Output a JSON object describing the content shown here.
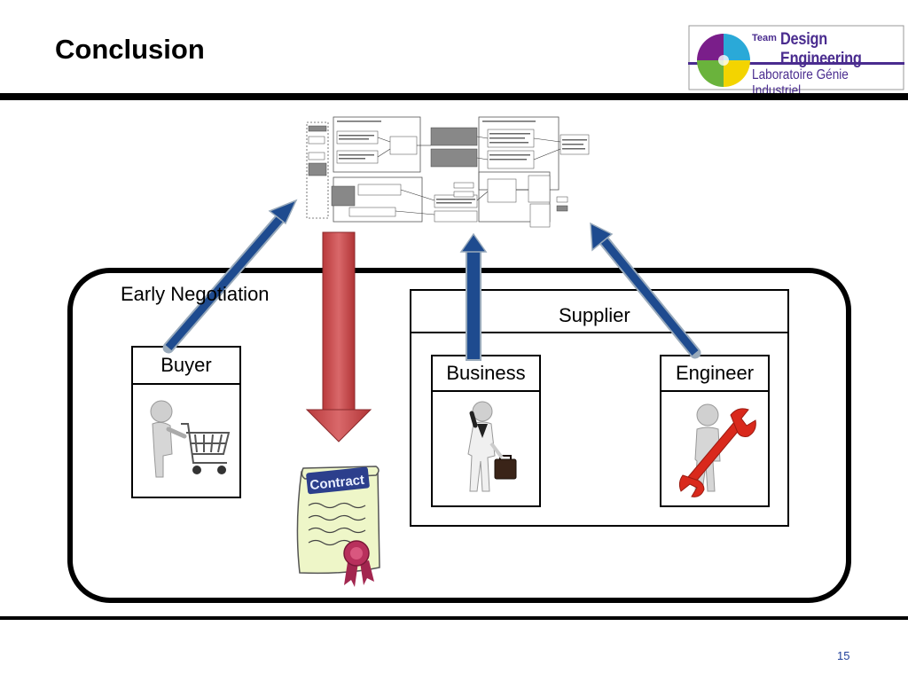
{
  "slide": {
    "title": "Conclusion",
    "page_number": "15"
  },
  "logo": {
    "team": "Team",
    "name": "Design Engineering",
    "lab": "Laboratoire Génie Industriel"
  },
  "scenario": {
    "frame_label": "Early Negotiation",
    "supplier_label": "Supplier",
    "roles": [
      {
        "label": "Buyer"
      },
      {
        "label": "Business"
      },
      {
        "label": "Engineer"
      }
    ],
    "contract_label": "Contract"
  },
  "colors": {
    "up_arrow": "#1e4b8f",
    "down_arrow": "#c0474a",
    "logo_purple": "#4a2c8f"
  }
}
